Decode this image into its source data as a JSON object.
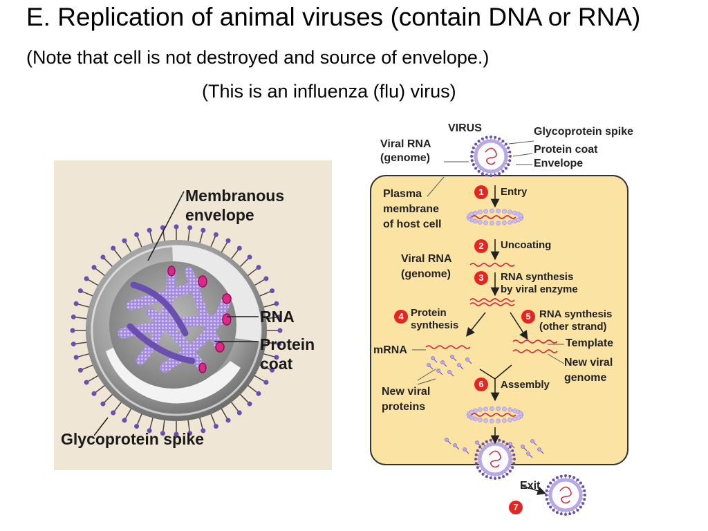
{
  "slide": {
    "title": "E.  Replication of animal viruses (contain DNA or RNA)",
    "note": "(Note that cell is not destroyed and source of envelope.)",
    "flu_note": "(This is an influenza (flu) virus)"
  },
  "left_diagram": {
    "membranous_envelope_line1": "Membranous",
    "membranous_envelope_line2": "envelope",
    "rna": "RNA",
    "protein_coat_line1": "Protein",
    "protein_coat_line2": "coat",
    "glycoprotein_spike": "Glycoprotein spike"
  },
  "right_diagram": {
    "virus": "VIRUS",
    "glycoprotein_spike": "Glycoprotein spike",
    "protein_coat": "Protein coat",
    "envelope": "Envelope",
    "viral_rna_genome_line1": "Viral RNA",
    "viral_rna_genome_line2": "(genome)",
    "plasma_line1": "Plasma",
    "plasma_line2": "membrane",
    "plasma_line3": "of host cell",
    "steps": [
      {
        "num": "1",
        "label": "Entry"
      },
      {
        "num": "2",
        "label": "Uncoating"
      },
      {
        "num": "3",
        "label_line1": "RNA synthesis",
        "label_line2": "by viral enzyme"
      },
      {
        "num": "4",
        "label_line1": "Protein",
        "label_line2": "synthesis"
      },
      {
        "num": "5",
        "label_line1": "RNA synthesis",
        "label_line2": "(other strand)"
      },
      {
        "num": "6",
        "label": "Assembly"
      },
      {
        "num": "7",
        "label": "Exit"
      }
    ],
    "viral_rna2_line1": "Viral RNA",
    "viral_rna2_line2": "(genome)",
    "mrna": "mRNA",
    "template": "Template",
    "new_viral_genome_line1": "New viral",
    "new_viral_genome_line2": "genome",
    "new_viral_proteins_line1": "New viral",
    "new_viral_proteins_line2": "proteins"
  },
  "colors": {
    "cell_fill": "#fbe3a4",
    "badge": "#e42522",
    "rna": "#d62a3c",
    "capsid": "#b9a8e6",
    "virus_purple": "#6a4fb0",
    "panel_bg": "#efe6d6"
  }
}
